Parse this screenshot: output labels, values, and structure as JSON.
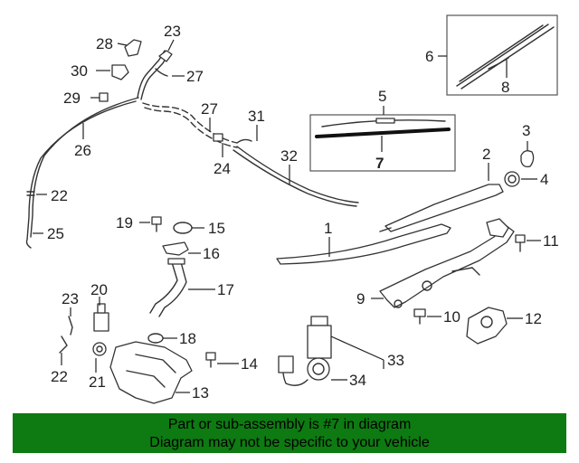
{
  "labels": {
    "p1": "1",
    "p2": "2",
    "p3": "3",
    "p4": "4",
    "p5": "5",
    "p6": "6",
    "p7": "7",
    "p8": "8",
    "p9": "9",
    "p10": "10",
    "p11": "11",
    "p12": "12",
    "p13": "13",
    "p14": "14",
    "p15": "15",
    "p16": "16",
    "p17": "17",
    "p18": "18",
    "p19": "19",
    "p20": "20",
    "p21": "21",
    "p22a": "22",
    "p22b": "22",
    "p23a": "23",
    "p23b": "23",
    "p24": "24",
    "p25": "25",
    "p26": "26",
    "p27a": "27",
    "p27b": "27",
    "p28": "28",
    "p29": "29",
    "p30": "30",
    "p31": "31",
    "p32": "32",
    "p33": "33",
    "p34": "34"
  },
  "banner": {
    "line1": "Part or sub-assembly is #7 in diagram",
    "line2": "Diagram may not be specific to your vehicle"
  },
  "colors": {
    "banner_bg": "#0e7a12",
    "line": "#333333"
  }
}
